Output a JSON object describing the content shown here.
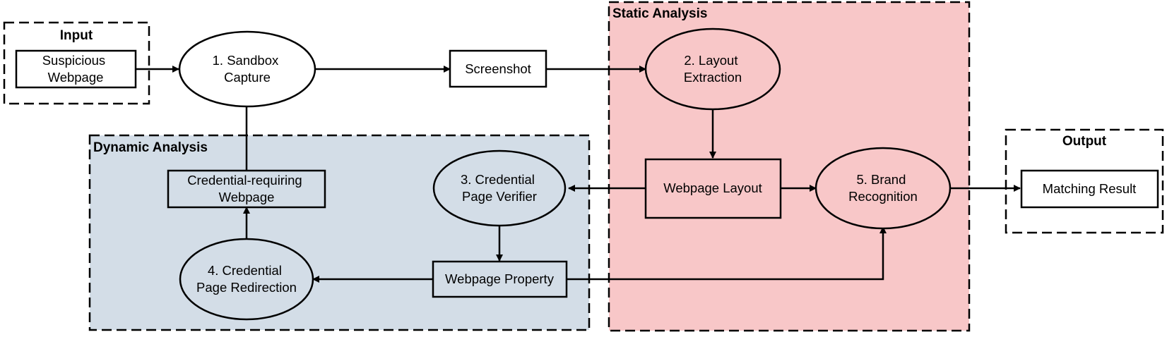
{
  "groups": {
    "input": {
      "title": "Input"
    },
    "static": {
      "title": "Static Analysis",
      "fill": "#f8c7c8"
    },
    "dynamic": {
      "title": "Dynamic Analysis",
      "fill": "#d3dde7"
    },
    "output": {
      "title": "Output"
    }
  },
  "nodes": {
    "suspicious_webpage": [
      "Suspicious",
      "Webpage"
    ],
    "sandbox_capture": [
      "1. Sandbox",
      "Capture"
    ],
    "screenshot": [
      "Screenshot"
    ],
    "layout_extraction": [
      "2. Layout",
      "Extraction"
    ],
    "webpage_layout": [
      "Webpage Layout"
    ],
    "brand_recognition": [
      "5. Brand",
      "Recognition"
    ],
    "matching_result": [
      "Matching Result"
    ],
    "credential_requiring_webpage": [
      "Credential-requiring",
      "Webpage"
    ],
    "credential_page_verifier": [
      "3. Credential",
      "Page Verifier"
    ],
    "credential_page_redirection": [
      "4. Credential",
      "Page Redirection"
    ],
    "webpage_property": [
      "Webpage Property"
    ]
  }
}
